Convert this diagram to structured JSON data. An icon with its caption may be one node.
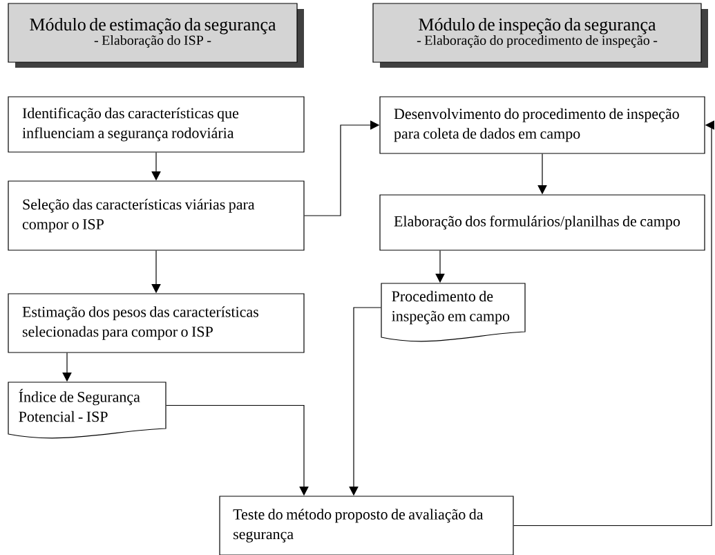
{
  "diagram": {
    "nodes": [
      {
        "text": [
          "Módulo de estimação da segurança",
          "- Elaboração do ISP -"
        ]
      },
      {
        "text": [
          "Módulo de inspeção da segurança",
          "- Elaboração do procedimento de inspeção -"
        ]
      },
      {
        "text": [
          "Identificação das características que influenciam a segurança rodoviária"
        ]
      },
      {
        "text": [
          "Desenvolvimento do procedimento de inspeção para coleta de dados em campo"
        ]
      },
      {
        "text": [
          "Seleção das características viárias para compor o ISP"
        ]
      },
      {
        "text": [
          "Elaboração dos formulários/planilhas de campo"
        ]
      },
      {
        "text": [
          "Estimação dos pesos das características selecionadas para compor  o ISP"
        ]
      },
      {
        "text": [
          "Procedimento de inspeção em campo"
        ]
      },
      {
        "text": [
          "Índice de Segurança Potencial - ISP"
        ]
      },
      {
        "text": [
          "Teste do método proposto de avaliação da segurança"
        ]
      }
    ],
    "edges": [
      {
        "from": 2,
        "to": 4,
        "arrow": "to"
      },
      {
        "from": 4,
        "to": 3,
        "arrow": "to"
      },
      {
        "from": 3,
        "to": 5,
        "arrow": "to"
      },
      {
        "from": 5,
        "to": 7,
        "arrow": "to"
      },
      {
        "from": 4,
        "to": 6,
        "arrow": "to"
      },
      {
        "from": 6,
        "to": 8,
        "arrow": "to"
      },
      {
        "from": 8,
        "to": 9,
        "arrow": "to"
      },
      {
        "from": 7,
        "to": 9,
        "arrow": "to"
      },
      {
        "from": 9,
        "to": 3,
        "arrow": "to"
      }
    ]
  }
}
